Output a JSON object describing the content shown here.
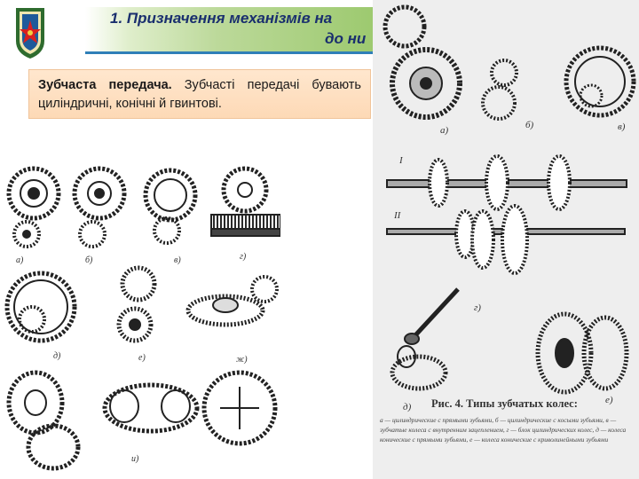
{
  "header": {
    "title_line1": "1. Призначення механізмів на",
    "title_line2": "до ни",
    "colors": {
      "band_start": "#dfeecb",
      "band_end": "#9cc96e",
      "rule": "#2f7fb8",
      "title": "#1a2f6e"
    }
  },
  "emblem": {
    "icon": "shield-emblem-icon",
    "colors": {
      "frame": "#2e6b2e",
      "field": "#1f5a9a",
      "star": "#d82020"
    }
  },
  "text_block": {
    "lead": "Зубчаста передача.",
    "body": " Зубчасті передачі бувають циліндричні, конічні й гвинтові.",
    "background": "#fdd9b6"
  },
  "figure_left": {
    "labels": [
      "а)",
      "б)",
      "в)",
      "г)",
      "д)",
      "е)",
      "ж)",
      "и)"
    ]
  },
  "figure_right": {
    "labels": [
      "а)",
      "б)",
      "в)",
      "г)",
      "д)",
      "е)",
      "I",
      "II"
    ],
    "caption": "Рис. 4. Типы зубчатых колес:",
    "legend": "а — цилиндрические с прямыми зубьями, б — цилиндрические с косыми зубьями, в — зубчатые колеса с внутренним зацеплением, г — блок цилиндрических колес, д — колеса конические с прямыми зубьями, е — колеса конические с криволинейными зубьями"
  }
}
